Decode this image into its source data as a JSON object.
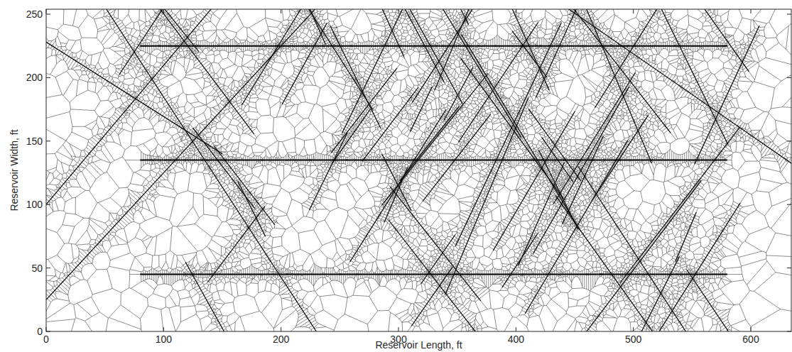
{
  "diagram": {
    "labels": [
      "250",
      "200",
      "150",
      "100",
      "50",
      "0",
      "Reservoir Width, ft",
      "0",
      "100",
      "200",
      "300",
      "400",
      "500",
      "600",
      "Reservoir Length, ft"
    ]
  }
}
